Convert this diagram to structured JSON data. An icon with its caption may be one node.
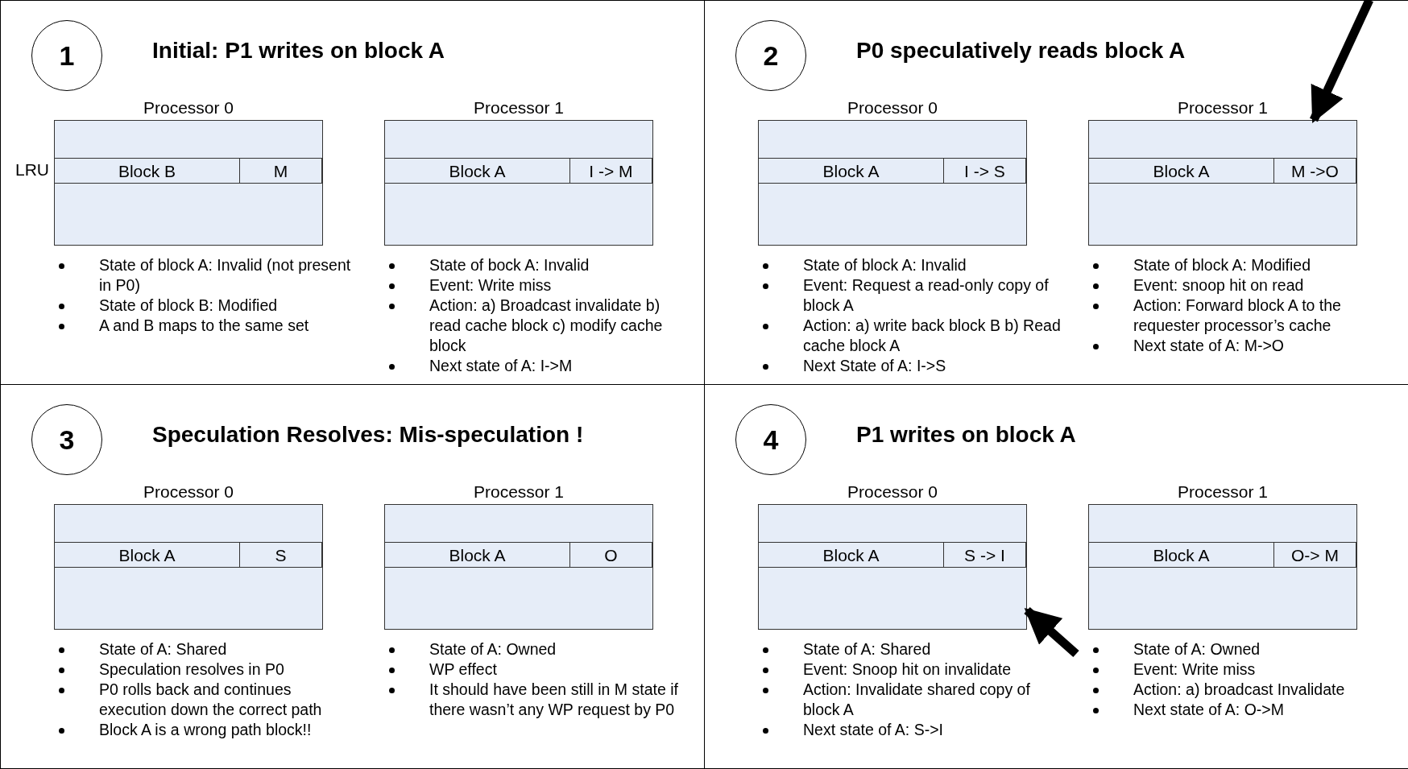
{
  "diagram": {
    "nodes": [
      {
        "text": [
          "Initial: P1 writes on block A"
        ]
      },
      {
        "text": [
          "1"
        ],
        "in": 0
      },
      {
        "text": [
          "Processor 0"
        ],
        "in": 0,
        "beside": [
          "State of block A: Invalid (not present in P0)",
          "State of block B: Modified",
          "A and B maps to the same set"
        ]
      },
      {
        "text": [
          "Block B"
        ],
        "in": 2
      },
      {
        "text": [
          "M"
        ],
        "in": 2
      },
      {
        "text": [
          "Processor 1"
        ],
        "in": 0,
        "beside": [
          "State of bock A: Invalid",
          "Event: Write miss",
          "Action: a) Broadcast invalidate b) read cache block c) modify cache block",
          "Next state of A: I->M"
        ]
      },
      {
        "text": [
          "Block A"
        ],
        "in": 5
      },
      {
        "text": [
          "I -> M"
        ],
        "in": 5
      },
      {
        "text": [
          "P0 speculatively reads block A"
        ]
      },
      {
        "text": [
          "2"
        ],
        "in": 8
      },
      {
        "text": [
          "Processor 0"
        ],
        "in": 8,
        "beside": [
          "State of block A: Invalid",
          "Event: Request a read-only copy of block A",
          "Action: a) write back block B b) Read cache block A",
          "Next State of A: I->S"
        ]
      },
      {
        "text": [
          "Block A"
        ],
        "in": 10
      },
      {
        "text": [
          "I -> S"
        ],
        "in": 10
      },
      {
        "text": [
          "Processor 1"
        ],
        "in": 8,
        "beside": [
          "State of block A: Modified",
          "Event: snoop hit on read",
          "Action: Forward block A to the requester processor’s cache",
          "Next state of A: M->O"
        ]
      },
      {
        "text": [
          "Block A"
        ],
        "in": 13
      },
      {
        "text": [
          "M ->O"
        ],
        "in": 13
      },
      {
        "text": [
          "Speculation Resolves: Mis-speculation !"
        ]
      },
      {
        "text": [
          "3"
        ],
        "in": 16
      },
      {
        "text": [
          "Processor 0"
        ],
        "in": 16,
        "beside": [
          "State of A: Shared",
          "Speculation resolves in P0",
          "P0 rolls back and continues execution down the correct path",
          "Block A is a wrong path block!!"
        ]
      },
      {
        "text": [
          "Block A"
        ],
        "in": 18
      },
      {
        "text": [
          "S"
        ],
        "in": 18
      },
      {
        "text": [
          "Processor 1"
        ],
        "in": 16,
        "beside": [
          "State of A: Owned",
          "WP effect",
          "It should have been still in M state if there wasn’t any WP request by P0"
        ]
      },
      {
        "text": [
          "Block A"
        ],
        "in": 21
      },
      {
        "text": [
          "O"
        ],
        "in": 21
      },
      {
        "text": [
          "P1 writes on block A"
        ]
      },
      {
        "text": [
          "4"
        ],
        "in": 24
      },
      {
        "text": [
          "Processor 0"
        ],
        "in": 24,
        "beside": [
          "State of A: Shared",
          "Event: Snoop hit on invalidate",
          "Action: Invalidate shared copy of block A",
          "Next state of A: S->I"
        ]
      },
      {
        "text": [
          "Block A"
        ],
        "in": 26
      },
      {
        "text": [
          "S -> I"
        ],
        "in": 26
      },
      {
        "text": [
          "Processor 1"
        ],
        "in": 24,
        "beside": [
          "State of A: Owned",
          "Event: Write miss",
          "Action: a) broadcast Invalidate",
          "Next state of A: O->M"
        ]
      },
      {
        "text": [
          "Block A"
        ],
        "in": 29
      },
      {
        "text": [
          "O-> M"
        ],
        "in": 29
      }
    ],
    "edges": [
      {
        "from": null,
        "to": 13,
        "arrow": "to"
      },
      {
        "from": null,
        "to": 26,
        "arrow": "to"
      }
    ],
    "labels": [
      "LRU"
    ]
  }
}
